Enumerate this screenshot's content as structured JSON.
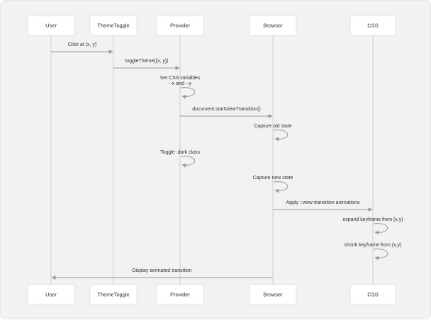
{
  "diagram": {
    "type": "sequence",
    "participants": [
      {
        "id": "user",
        "label": "User"
      },
      {
        "id": "themetoggle",
        "label": "ThemeToggle"
      },
      {
        "id": "provider",
        "label": "Provider"
      },
      {
        "id": "browser",
        "label": "Browser"
      },
      {
        "id": "css",
        "label": "CSS"
      }
    ],
    "messages": [
      {
        "from": "user",
        "to": "themetoggle",
        "lines": [
          "Click at (x, y)"
        ]
      },
      {
        "from": "themetoggle",
        "to": "provider",
        "lines": [
          "toggleTheme({x, y})"
        ]
      },
      {
        "from": "provider",
        "to": "provider",
        "lines": [
          "Set CSS variables",
          "--x and --y"
        ]
      },
      {
        "from": "provider",
        "to": "browser",
        "lines": [
          "document.startViewTransition()"
        ]
      },
      {
        "from": "browser",
        "to": "browser",
        "lines": [
          "Capture old state"
        ]
      },
      {
        "from": "provider",
        "to": "provider",
        "lines": [
          "Toggle .dark class"
        ]
      },
      {
        "from": "browser",
        "to": "browser",
        "lines": [
          "Capture new state"
        ]
      },
      {
        "from": "browser",
        "to": "css",
        "lines": [
          "Apply ::view-transition animations"
        ]
      },
      {
        "from": "css",
        "to": "css",
        "lines": [
          "expand keyframe from (x,y)"
        ]
      },
      {
        "from": "css",
        "to": "css",
        "lines": [
          "shrink keyframe from (x,y)"
        ]
      },
      {
        "from": "browser",
        "to": "user",
        "lines": [
          "Display animated transition"
        ]
      }
    ]
  }
}
